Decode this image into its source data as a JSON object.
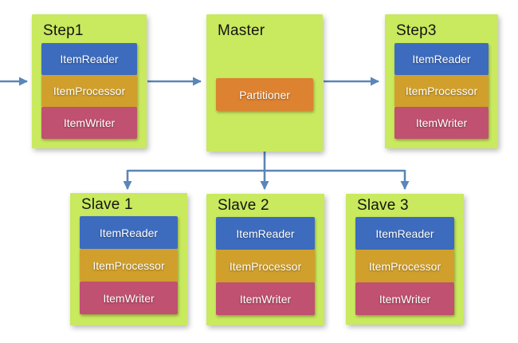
{
  "diagram": {
    "nodes": [
      {
        "id": "step1",
        "title": "Step1",
        "components": [
          {
            "label": "ItemReader",
            "type": "reader"
          },
          {
            "label": "ItemProcessor",
            "type": "processor"
          },
          {
            "label": "ItemWriter",
            "type": "writer"
          }
        ]
      },
      {
        "id": "master",
        "title": "Master",
        "components": [
          {
            "label": "Partitioner",
            "type": "partitioner"
          }
        ]
      },
      {
        "id": "step3",
        "title": "Step3",
        "components": [
          {
            "label": "ItemReader",
            "type": "reader"
          },
          {
            "label": "ItemProcessor",
            "type": "processor"
          },
          {
            "label": "ItemWriter",
            "type": "writer"
          }
        ]
      },
      {
        "id": "slave1",
        "title": "Slave 1",
        "components": [
          {
            "label": "ItemReader",
            "type": "reader"
          },
          {
            "label": "ItemProcessor",
            "type": "processor"
          },
          {
            "label": "ItemWriter",
            "type": "writer"
          }
        ]
      },
      {
        "id": "slave2",
        "title": "Slave 2",
        "components": [
          {
            "label": "ItemReader",
            "type": "reader"
          },
          {
            "label": "ItemProcessor",
            "type": "processor"
          },
          {
            "label": "ItemWriter",
            "type": "writer"
          }
        ]
      },
      {
        "id": "slave3",
        "title": "Slave 3",
        "components": [
          {
            "label": "ItemReader",
            "type": "reader"
          },
          {
            "label": "ItemProcessor",
            "type": "processor"
          },
          {
            "label": "ItemWriter",
            "type": "writer"
          }
        ]
      }
    ],
    "connections": [
      {
        "from": "external",
        "to": "Step1"
      },
      {
        "from": "Step1",
        "to": "Master"
      },
      {
        "from": "Master",
        "to": "Step3"
      },
      {
        "from": "Master",
        "to": "Slave 1"
      },
      {
        "from": "Master",
        "to": "Slave 2"
      },
      {
        "from": "Master",
        "to": "Slave 3"
      }
    ],
    "colors": {
      "node_background": "#c9e95e",
      "item_reader": "#3d6cbf",
      "item_processor": "#d1a02c",
      "item_writer": "#c05170",
      "partitioner": "#dd8231",
      "connector": "#5a86b8",
      "title_text": "#141414",
      "component_text": "#ffffff"
    }
  }
}
